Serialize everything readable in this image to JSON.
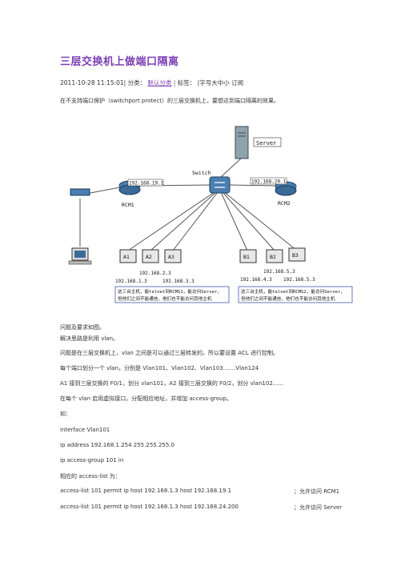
{
  "title": "三层交换机上做端口隔离",
  "meta": {
    "datetime": "2011-10-28 11:15:01|",
    "category_label": "分类：",
    "category_value": "默认分类",
    "separator": "|",
    "tags_label": "标签：",
    "font_size": "|字号大中小 订阅"
  },
  "intro": "在不支持端口保护（switchport protect）的三层交换机上，要想达到端口隔离的效果。",
  "diagram": {
    "server": "Server",
    "switch": "Switch",
    "ip_left_link": "192.168.19.1",
    "ip_right_link": "192.168.20.1",
    "rcm1": "RCM1",
    "rcm2": "RCM2",
    "hosts_a": [
      "A1",
      "A2",
      "A3"
    ],
    "hosts_b": [
      "B1",
      "B2",
      "B3"
    ],
    "ip_a2": "192.168.2.3",
    "ip_a1": "192.168.1.3",
    "ip_a3": "192.168.3.3",
    "ip_b2": "192.168.5.3",
    "ip_b1": "192.168.4.3",
    "ip_b3": "192.168.5.3",
    "note_a_1": "这三台主机，能telnet到RCMS1，能访问Server，",
    "note_a_2": "但他们之间不能通信，他们也不能访问其他主机",
    "note_b_1": "这三台主机，能telnet到RCMS2，能访问Server，",
    "note_b_2": "但他们之间不能通信，他们也不能访问其他主机"
  },
  "lines": {
    "q": "问题及要求如图。",
    "idea": " 解决思路是利用 vlan。",
    "p1": "问题是在三层交换机上，vlan 之间是可以通过三层转发的。所以要设置 ACL 进行控制。",
    "p2": "每个端口划分一个 vlan，分别是 Vlan101、Vlan102、Vlan103.......Vlan124",
    "p3": "A1 接到三层交换的 F0/1，划分 vlan101，A2 接到三层交换的 F0/2，划分 vlan102......",
    "p4": "在每个 vlan 启用虚拟接口，分配相应地址，并增加 access-group。",
    "p5": "如：",
    "c1": "interface Vlan101",
    "c2": " ip address 192.168.1.254 255.255.255.0",
    "c3": " ip access-group 101 in",
    "p6": "相应的 access-list 为：",
    "acl1": "access-list 101 permit ip host 192.168.1.3 host 192.168.19.1",
    "acl1c": "；允许访问 RCM1",
    "acl2": "access-list 101 permit ip host 192.168.1.3 host 192.168.24.200",
    "acl2c": "；允许访问 Server"
  },
  "colors": {
    "title": "#7b3fb3",
    "router": "#4a7fb0",
    "note_border": "#2b3f9a"
  }
}
